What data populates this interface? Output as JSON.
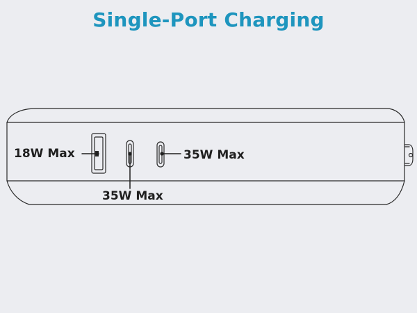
{
  "title": "Single-Port Charging",
  "colors": {
    "background": "#ECEDF1",
    "title": "#1E95BE",
    "outline": "#2a2a2a",
    "label": "#1f1f1f"
  },
  "ports": {
    "usb_a": {
      "label": "18W Max",
      "icon": "usb-a-port-icon"
    },
    "usb_c1": {
      "label": "35W Max",
      "icon": "usb-c-port-icon"
    },
    "usb_c2": {
      "label": "35W Max",
      "icon": "usb-c-port-icon"
    }
  },
  "device": {
    "icon": "power-bank-side-view-icon",
    "side_button_icon": "side-button-icon"
  }
}
